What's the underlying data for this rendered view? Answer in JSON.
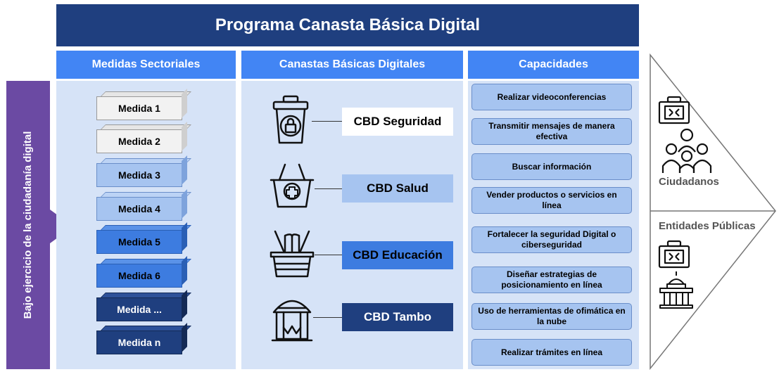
{
  "title": "Programa Canasta Básica Digital",
  "columns": {
    "medidas": "Medidas Sectoriales",
    "canastas": "Canastas Básicas Digitales",
    "capacidades": "Capacidades"
  },
  "sidebar_text": "Bajo ejercicio de la ciudadanía digital",
  "medidas": [
    "Medida 1",
    "Medida 2",
    "Medida 3",
    "Medida 4",
    "Medida 5",
    "Medida 6",
    "Medida ...",
    "Medida n"
  ],
  "cbds": [
    {
      "label": "CBD Seguridad",
      "icon": "trash-lock-icon",
      "color": "#ffffff"
    },
    {
      "label": "CBD Salud",
      "icon": "health-basket-icon",
      "color": "#a6c4f0"
    },
    {
      "label": "CBD Educación",
      "icon": "book-basket-icon",
      "color": "#3d7ce0"
    },
    {
      "label": "CBD Tambo",
      "icon": "tambo-building-icon",
      "color": "#1f3f7f"
    }
  ],
  "capacidades": [
    "Realizar videoconferencias",
    "Transmitir mensajes de manera efectiva",
    "Buscar información",
    "Vender productos o servicios en línea",
    "Fortalecer la seguridad Digital o ciberseguridad",
    "Diseñar estrategias de posicionamiento en línea",
    "Uso de herramientas de ofimática en la nube",
    "Realizar trámites en línea"
  ],
  "beneficiaries": {
    "ciudadanos": "Ciudadanos",
    "entidades": "Entidades Públicas"
  },
  "colors": {
    "dark_blue": "#1f3f7f",
    "blue": "#4285f4",
    "light_bg": "#d6e3f7",
    "purple": "#6b4aa3"
  }
}
